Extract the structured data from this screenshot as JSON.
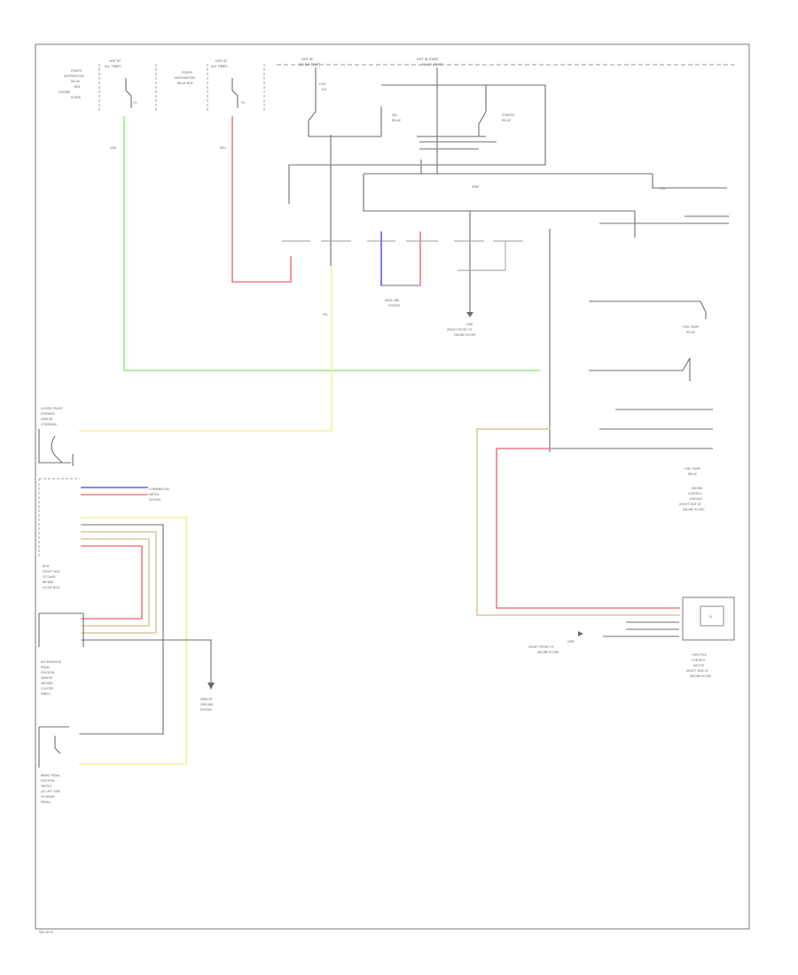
{
  "colors": {
    "green": "#8ff07a",
    "red": "#f07a86",
    "yellow": "#f2ef9c",
    "blue": "#5b5bf0",
    "tan": "#d8c9a3",
    "gray": "#6e6e6e",
    "pink": "#f59cc0"
  },
  "labels": {
    "fuse1_hdr1": "HOT AT",
    "fuse1_hdr2": "ALL TIMES",
    "fuse1_box1": "POWER",
    "fuse1_box2": "DISTRIBUTION",
    "fuse1_box3": "RELAY",
    "fuse1_box4": "BOX",
    "fuse1_box5": "(ENGINE",
    "fuse1_box6": "ROOM)",
    "fuse1_no": "F/L",
    "fuse2_hdr1": "HOT AT",
    "fuse2_hdr2": "ALL TIMES",
    "fuse2_box1": "POWER",
    "fuse2_box2": "DISTRIBUTION",
    "fuse2_box3": "RELAY BOX",
    "fuse2_no": "F/L",
    "ign_hdr1": "HOT IN",
    "ign_hdr2": "ON OR START",
    "ign_hdr3": "HOT IN START",
    "relay1": "IGN",
    "relay1b": "RELAY",
    "relay2": "STARTER",
    "relay2b": "RELAY",
    "fuse_a": "FUSE",
    "fuse_a2": "10A",
    "ipdm": "IPDM",
    "ipdm_r": "CPU",
    "grn_lbl": "GRN",
    "red_lbl": "RED",
    "yel_lbl": "YEL",
    "data_line1": "DATA LINE",
    "data_line2": "SYSTEM",
    "gnd_lbl1": "GND",
    "gnd_lbl2": "(RIGHT FRONT OF",
    "gnd_lbl3": "ENGINE ROOM)",
    "steer1": "LH SIDE FRONT",
    "steer2": "STEERING",
    "steer3": "SENSOR",
    "steer4": "(STEERING)",
    "bcm1": "BCM",
    "bcm2": "(RIGHT SIDE",
    "bcm3": "OF DASH,",
    "bcm4": "BEHIND",
    "bcm5": "GLOVE BOX)",
    "comb1": "COMBINATION",
    "comb2": "METER",
    "comb3": "SYSTEM",
    "accel1": "ACCELERATOR",
    "accel2": "PEDAL",
    "accel3": "POSITION",
    "accel4": "SENSOR",
    "accel5": "(BEHIND",
    "accel6": "CLUSTER",
    "accel7": "PANEL)",
    "sensor_gnd1": "SENSOR",
    "sensor_gnd2": "GROUND",
    "sensor_gnd3": "SYSTEM",
    "brake1": "BRAKE PEDAL",
    "brake2": "POSITION",
    "brake3": "SWITCH",
    "brake4": "(AT LEFT SIDE",
    "brake5": "OF BRAKE",
    "brake6": "PEDAL)",
    "fuel1": "FUEL PUMP",
    "fuel2": "RELAY",
    "ecm1": "ENGINE",
    "ecm2": "CONTROL",
    "ecm3": "MODULE",
    "ecm4": "(RIGHT SIDE OF",
    "ecm5": "ENGINE ROOM)",
    "throttle1": "THROTTLE",
    "throttle2": "CONTROL",
    "throttle3": "MOTOR",
    "throttle4": "(RIGHT SIDE OF",
    "throttle5": "ENGINE ROOM)",
    "gnd2_1": "GND",
    "gnd2_2": "(RIGHT FRONT OF",
    "gnd2_3": "ENGINE ROOM)",
    "footer": "SEE NOTE",
    "m": "M"
  }
}
